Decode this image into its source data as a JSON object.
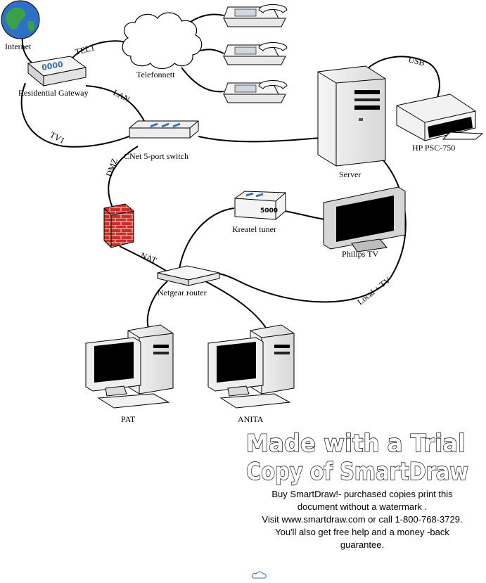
{
  "nodes": {
    "internet": "Internet",
    "telefonnett": "Telefonnett",
    "residential_gateway": "Residential Gateway",
    "switch": "CNet 5-port switch",
    "server": "Server",
    "printer": "HP PSC-750",
    "tuner": "Kreatel tuner",
    "tv": "Philips TV",
    "router": "Netgear router",
    "pc_pat": "PAT",
    "pc_anita": "ANITA"
  },
  "links": {
    "tel1": "TEL1",
    "lan": "LAN",
    "tv1": "TV1",
    "dmz": "DMZ",
    "nat": "NAT",
    "usb": "USB",
    "local_tv": "Local + TV"
  },
  "device_text": {
    "gateway_logo": "0000",
    "tuner_logo": "5000"
  },
  "watermark": {
    "title_line1": "Made with a Trial",
    "title_line2": "Copy of SmartDraw",
    "line1": "Buy SmartDraw!- purchased copies print this",
    "line2": "document without a watermark .",
    "line3": "Visit www.smartdraw.com or call 1-800-768-3729.",
    "line4": "You'll also get free help and a money -back",
    "line5": "guarantee."
  },
  "colors": {
    "globe_ocean": "#2f6fc4",
    "globe_land": "#3aa04a",
    "firewall_brick": "#c8312a",
    "screen": "#000000"
  }
}
